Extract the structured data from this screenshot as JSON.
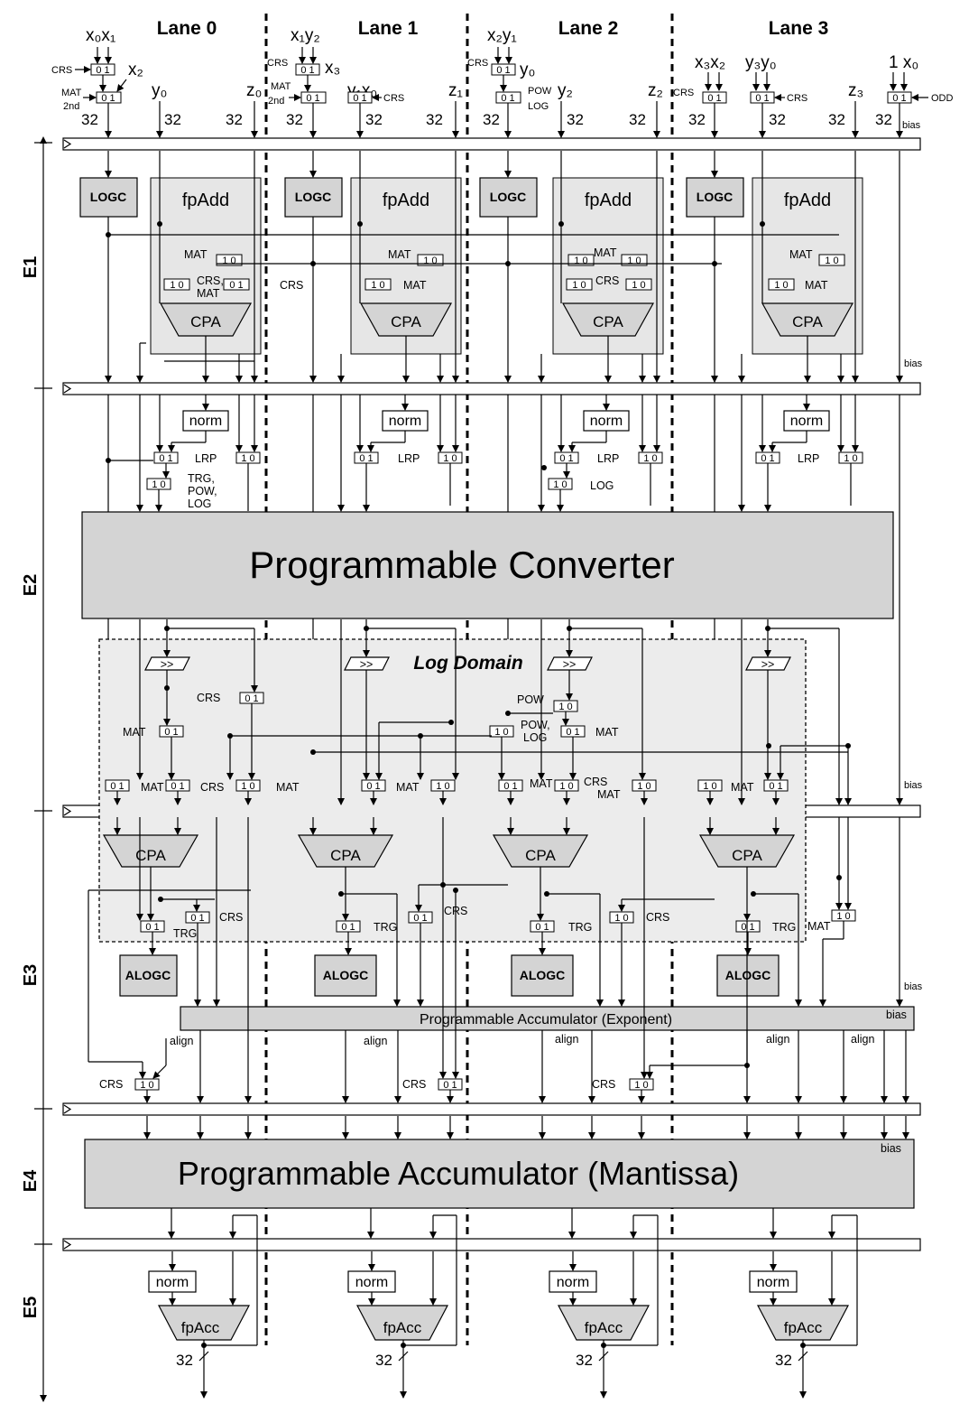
{
  "lanes": [
    "Lane 0",
    "Lane 1",
    "Lane 2",
    "Lane 3"
  ],
  "stages": [
    "E1",
    "E2",
    "E3",
    "E4",
    "E5"
  ],
  "inputs": {
    "lane0": {
      "pair": "x₀x₁",
      "x2": "x₂",
      "y0": "y₀",
      "z0": "z₀"
    },
    "lane1": {
      "pair": "x₁y₂",
      "x3": "x₃",
      "y1x0": "y₁x₀",
      "z1": "z₁"
    },
    "lane2": {
      "pair": "x₂y₁",
      "y0": "y₀",
      "y2": "y₂",
      "z2": "z₂"
    },
    "lane3": {
      "x3x2": "x₃x₂",
      "y3y0": "y₃y₀",
      "z3": "z₃",
      "onex0": "1 x₀"
    }
  },
  "width_label": "32",
  "blocks": {
    "logc": "LOGC",
    "fpadd": "fpAdd",
    "cpa": "CPA",
    "norm": "norm",
    "alogc": "ALOGC",
    "shift": ">>",
    "fpacc": "fpAcc",
    "converter": "Programmable Converter",
    "log_domain": "Log Domain",
    "acc_exponent": "Programmable Accumulator (Exponent)",
    "acc_mantissa": "Programmable Accumulator (Mantissa)"
  },
  "signals": {
    "crs": "CRS",
    "mat": "MAT",
    "second": "2nd",
    "pow": "POW",
    "log": "LOG",
    "pow_comma": "POW,",
    "trg_comma": "TRG,",
    "trg": "TRG",
    "lrp": "LRP",
    "odd": "ODD",
    "bias": "bias",
    "align": "align",
    "crs_comma": "CRS,"
  },
  "mux_labels": {
    "zero_one": "0 1",
    "one_zero": "1 0"
  },
  "colors": {
    "block": "#d4d4d4",
    "panel": "#e6e6e6",
    "wire": "#000000"
  }
}
